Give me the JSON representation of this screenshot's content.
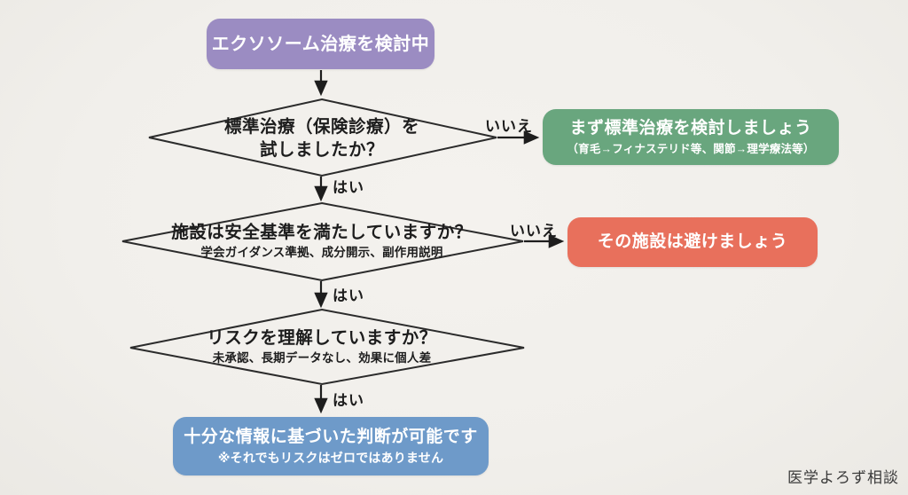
{
  "flowchart": {
    "start": {
      "label": "エクソソーム治療を検討中",
      "color": "#9b8cc2"
    },
    "q1": {
      "line1": "標準治療（保険診療）を",
      "line2": "試しましたか？"
    },
    "q1_no_result": {
      "line1": "まず標準治療を検討しましょう",
      "line2": "（育毛→フィナステリド等、関節→理学療法等）",
      "color": "#69a67e"
    },
    "q2": {
      "line1": "施設は安全基準を満たしていますか？",
      "line2": "学会ガイダンス準拠、成分開示、副作用説明"
    },
    "q2_no_result": {
      "label": "その施設は避けましょう",
      "color": "#e8705c"
    },
    "q3": {
      "line1": "リスクを理解していますか？",
      "line2": "未承認、長期データなし、効果に個人差"
    },
    "end_result": {
      "line1": "十分な情報に基づいた判断が可能です",
      "line2": "※それでもリスクはゼロではありません",
      "color": "#6e9ac9"
    },
    "labels": {
      "yes1": "はい",
      "no1": "いいえ",
      "yes2": "はい",
      "no2": "いいえ",
      "yes3": "はい"
    }
  },
  "footer": {
    "credit": "医学よろず相談"
  },
  "colors": {
    "background": "#f1efeb",
    "line": "#2b2b2b",
    "text": "#1d1d1d"
  }
}
